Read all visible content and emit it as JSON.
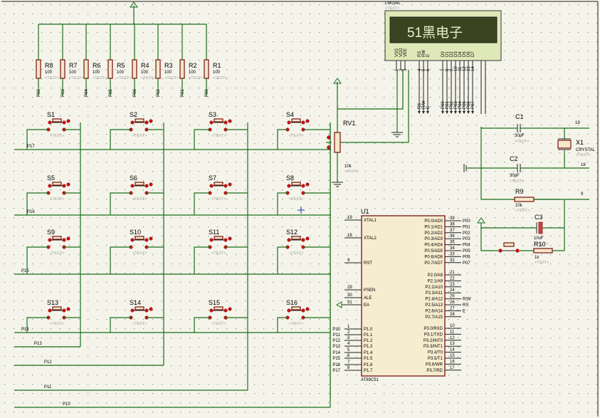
{
  "lcd": {
    "model": "LM016L",
    "text_tag": "<TEXT>",
    "display": "51黑电子",
    "pins": [
      "VSS",
      "VDD",
      "VEE",
      "RS",
      "RW",
      "E",
      "D0",
      "D1",
      "D2",
      "D3",
      "D4",
      "D5",
      "D6",
      "D7"
    ],
    "pin_numbers": [
      "1",
      "2",
      "3",
      "4",
      "5",
      "6",
      "7",
      "8",
      "9",
      "10",
      "11",
      "12",
      "13",
      "14"
    ],
    "wire_labels": [
      "RS",
      "R/W",
      "E",
      "P00",
      "P01",
      "P02",
      "P03",
      "P04",
      "P05",
      "P06",
      "P07"
    ]
  },
  "resistors": [
    {
      "name": "R8",
      "value": "100",
      "net": "P02"
    },
    {
      "name": "R7",
      "value": "100",
      "net": "P03"
    },
    {
      "name": "R6",
      "value": "100",
      "net": "P04"
    },
    {
      "name": "R5",
      "value": "100",
      "net": "P05"
    },
    {
      "name": "R4",
      "value": "100",
      "net": "P06"
    },
    {
      "name": "R3",
      "value": "100",
      "net": "P02"
    },
    {
      "name": "R2",
      "value": "100",
      "net": "P01"
    },
    {
      "name": "R1",
      "value": "100",
      "net": "P00"
    }
  ],
  "text_tag": "<TEXT>",
  "switches": [
    "S1",
    "S2",
    "S3",
    "S4",
    "S5",
    "S6",
    "S7",
    "S8",
    "S9",
    "S10",
    "S11",
    "S12",
    "S13",
    "S14",
    "S15",
    "S16"
  ],
  "row_nets": [
    "P17",
    "P16",
    "P15",
    "P14"
  ],
  "col_nets": [
    "P13",
    "P12",
    "P11",
    "P10"
  ],
  "rv1": {
    "name": "RV1",
    "value": "10k"
  },
  "mcu": {
    "name": "U1",
    "model": "AT89C51",
    "left_pins": [
      {
        "num": "19",
        "name": "XTAL1"
      },
      {
        "num": "18",
        "name": "XTAL2"
      },
      {
        "num": "9",
        "name": "RST"
      },
      {
        "num": "29",
        "name": "PSEN"
      },
      {
        "num": "30",
        "name": "ALE"
      },
      {
        "num": "31",
        "name": "EA"
      },
      {
        "num": "1",
        "name": "P1.0"
      },
      {
        "num": "2",
        "name": "P1.1"
      },
      {
        "num": "3",
        "name": "P1.2"
      },
      {
        "num": "4",
        "name": "P1.3"
      },
      {
        "num": "5",
        "name": "P1.4"
      },
      {
        "num": "6",
        "name": "P1.5"
      },
      {
        "num": "7",
        "name": "P1.6"
      },
      {
        "num": "8",
        "name": "P1.7"
      }
    ],
    "p1_nets": [
      "P10",
      "P11",
      "P12",
      "P13",
      "P14",
      "P15",
      "P16",
      "P17"
    ],
    "right_p0": [
      {
        "num": "39",
        "name": "P0.0/AD0",
        "net": "P00"
      },
      {
        "num": "38",
        "name": "P0.1/AD1",
        "net": "P01"
      },
      {
        "num": "37",
        "name": "P0.2/AD2",
        "net": "P02"
      },
      {
        "num": "36",
        "name": "P0.3/AD3",
        "net": "P03"
      },
      {
        "num": "35",
        "name": "P0.4/AD4",
        "net": "P04"
      },
      {
        "num": "34",
        "name": "P0.5/AD5",
        "net": "P05"
      },
      {
        "num": "33",
        "name": "P0.6/AD6",
        "net": "P06"
      },
      {
        "num": "32",
        "name": "P0.7/AD7",
        "net": "P07"
      }
    ],
    "right_p2": [
      {
        "num": "21",
        "name": "P2.0/A8",
        "net": ""
      },
      {
        "num": "22",
        "name": "P2.1/A9",
        "net": ""
      },
      {
        "num": "23",
        "name": "P2.2/A10",
        "net": ""
      },
      {
        "num": "24",
        "name": "P2.3/A11",
        "net": ""
      },
      {
        "num": "25",
        "name": "P2.4/A12",
        "net": "R/W"
      },
      {
        "num": "26",
        "name": "P2.5/A13",
        "net": "RS"
      },
      {
        "num": "27",
        "name": "P2.6/A14",
        "net": "E"
      },
      {
        "num": "28",
        "name": "P2.7/A15",
        "net": ""
      }
    ],
    "right_p3": [
      {
        "num": "10",
        "name": "P3.0/RXD"
      },
      {
        "num": "11",
        "name": "P3.1/TXD"
      },
      {
        "num": "12",
        "name": "P3.2/INT0"
      },
      {
        "num": "13",
        "name": "P3.3/INT1"
      },
      {
        "num": "14",
        "name": "P3.4/T0"
      },
      {
        "num": "15",
        "name": "P3.5/T1"
      },
      {
        "num": "16",
        "name": "P3.6/WR"
      },
      {
        "num": "17",
        "name": "P3.7/RD"
      }
    ]
  },
  "c1": {
    "name": "C1",
    "value": "30pF"
  },
  "c2": {
    "name": "C2",
    "value": "30pF"
  },
  "x1": {
    "name": "X1",
    "value": "CRYSTAL"
  },
  "r9": {
    "name": "R9",
    "value": "10k"
  },
  "c3": {
    "name": "C3",
    "value": "10uF"
  },
  "r10": {
    "name": "R10",
    "value": "1k"
  },
  "net_nums": {
    "n19": "19",
    "n18": "18",
    "n9": "9"
  }
}
